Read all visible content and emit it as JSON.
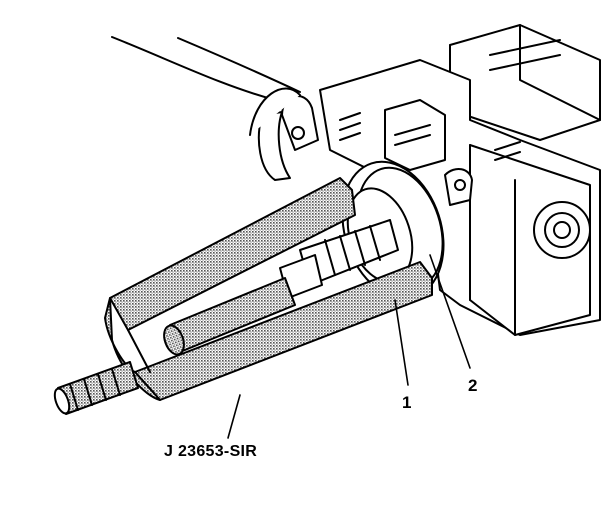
{
  "callouts": {
    "item_1": "1",
    "item_2": "2"
  },
  "tool_label": "J  23653-SIR",
  "colors": {
    "line": "#000000",
    "background": "#ffffff",
    "stipple": "#8a8a8a"
  }
}
